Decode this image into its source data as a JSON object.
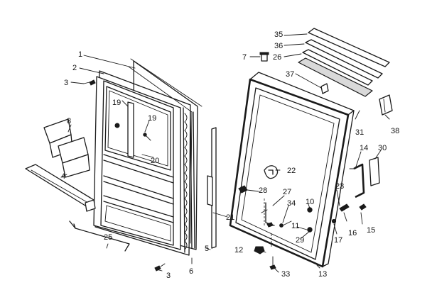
{
  "callouts": [
    {
      "id": "c1",
      "text": "1"
    },
    {
      "id": "c2",
      "text": "2"
    },
    {
      "id": "c3a",
      "text": "3"
    },
    {
      "id": "c3b",
      "text": "3"
    },
    {
      "id": "c4",
      "text": "4"
    },
    {
      "id": "c5",
      "text": "5"
    },
    {
      "id": "c6",
      "text": "6"
    },
    {
      "id": "c7",
      "text": "7"
    },
    {
      "id": "c8",
      "text": "8"
    },
    {
      "id": "c10",
      "text": "10"
    },
    {
      "id": "c11",
      "text": "11"
    },
    {
      "id": "c12",
      "text": "12"
    },
    {
      "id": "c13",
      "text": "13"
    },
    {
      "id": "c14",
      "text": "14"
    },
    {
      "id": "c15",
      "text": "15"
    },
    {
      "id": "c16",
      "text": "16"
    },
    {
      "id": "c17",
      "text": "17"
    },
    {
      "id": "c19a",
      "text": "19"
    },
    {
      "id": "c19b",
      "text": "19"
    },
    {
      "id": "c20",
      "text": "20"
    },
    {
      "id": "c21",
      "text": "21"
    },
    {
      "id": "c22",
      "text": "22"
    },
    {
      "id": "c23",
      "text": "23"
    },
    {
      "id": "c25",
      "text": "25"
    },
    {
      "id": "c26",
      "text": "26"
    },
    {
      "id": "c27",
      "text": "27"
    },
    {
      "id": "c28",
      "text": "28"
    },
    {
      "id": "c29",
      "text": "29"
    },
    {
      "id": "c30",
      "text": "30"
    },
    {
      "id": "c31",
      "text": "31"
    },
    {
      "id": "c33",
      "text": "33"
    },
    {
      "id": "c34",
      "text": "34"
    },
    {
      "id": "c35",
      "text": "35"
    },
    {
      "id": "c36",
      "text": "36"
    },
    {
      "id": "c37",
      "text": "37"
    },
    {
      "id": "c38",
      "text": "38"
    }
  ]
}
